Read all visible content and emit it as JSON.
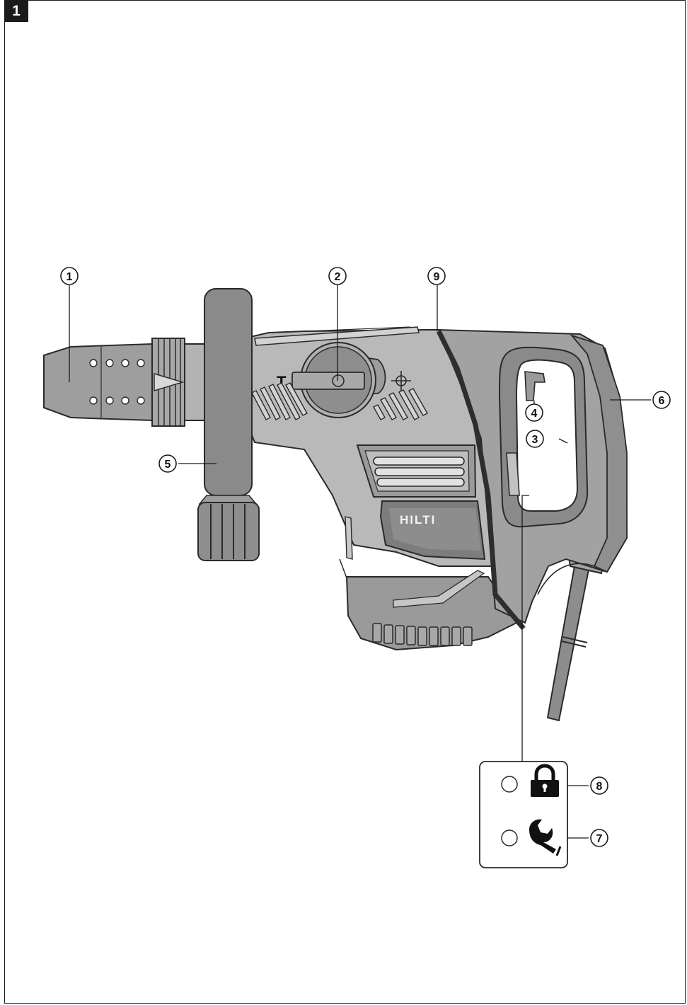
{
  "figure": {
    "number": "1"
  },
  "tool": {
    "brand_label": "HILTI",
    "mode_symbol": "T"
  },
  "callouts": [
    {
      "id": "1",
      "label": "1"
    },
    {
      "id": "2",
      "label": "2"
    },
    {
      "id": "3",
      "label": "3"
    },
    {
      "id": "4",
      "label": "4"
    },
    {
      "id": "5",
      "label": "5"
    },
    {
      "id": "6",
      "label": "6"
    },
    {
      "id": "7",
      "label": "7"
    },
    {
      "id": "8",
      "label": "8"
    },
    {
      "id": "9",
      "label": "9"
    }
  ],
  "indicator_panel": {
    "icons": [
      "lock-icon",
      "wrench-icon"
    ]
  },
  "colors": {
    "body_light": "#b9b9b9",
    "body_mid": "#9a9a9a",
    "body_dark": "#7d7d7d",
    "outline": "#2a2a2a",
    "badge": "#1b1b1b"
  }
}
